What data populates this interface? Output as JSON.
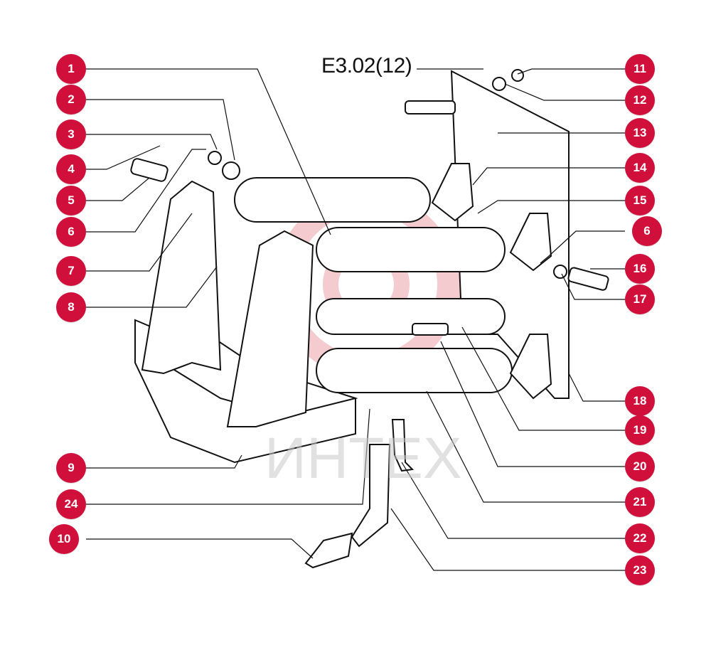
{
  "figure": {
    "reference_code": "E3.02(12)",
    "watermark_text": "ИНТЕХ",
    "callout_color": "#d0103a",
    "watermark_logo_color": "#f3c2c6",
    "line_color": "#111111"
  },
  "callouts": [
    {
      "id": "c1",
      "label": "1"
    },
    {
      "id": "c2",
      "label": "2"
    },
    {
      "id": "c3",
      "label": "3"
    },
    {
      "id": "c4",
      "label": "4"
    },
    {
      "id": "c5",
      "label": "5"
    },
    {
      "id": "c6a",
      "label": "6"
    },
    {
      "id": "c7",
      "label": "7"
    },
    {
      "id": "c8",
      "label": "8"
    },
    {
      "id": "c9",
      "label": "9"
    },
    {
      "id": "c24",
      "label": "24"
    },
    {
      "id": "c10",
      "label": "10"
    },
    {
      "id": "c11",
      "label": "11"
    },
    {
      "id": "c12",
      "label": "12"
    },
    {
      "id": "c13",
      "label": "13"
    },
    {
      "id": "c14",
      "label": "14"
    },
    {
      "id": "c15",
      "label": "15"
    },
    {
      "id": "c6b",
      "label": "6"
    },
    {
      "id": "c16",
      "label": "16"
    },
    {
      "id": "c17",
      "label": "17"
    },
    {
      "id": "c18",
      "label": "18"
    },
    {
      "id": "c19",
      "label": "19"
    },
    {
      "id": "c20",
      "label": "20"
    },
    {
      "id": "c21",
      "label": "21"
    },
    {
      "id": "c22",
      "label": "22"
    },
    {
      "id": "c23",
      "label": "23"
    }
  ]
}
